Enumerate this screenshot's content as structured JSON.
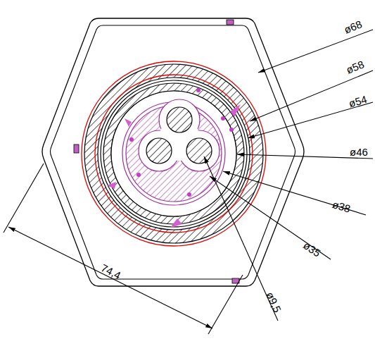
{
  "diagram": {
    "labels": [
      "ø68",
      "ø58",
      "ø54",
      "ø46",
      "ø38",
      "ø35",
      "ø9,5",
      "74,4"
    ]
  }
}
